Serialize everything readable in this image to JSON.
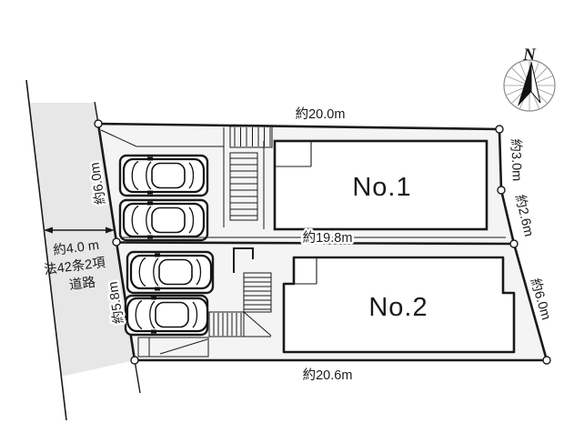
{
  "plan": {
    "compass": {
      "north_label": "N"
    },
    "road": {
      "width_label": "約4.0 m",
      "law_label": "法42条2項",
      "type_label": "道路"
    },
    "plots": [
      {
        "label": "No.1"
      },
      {
        "label": "No.2"
      }
    ],
    "dimensions": {
      "top": "約20.0m",
      "middle": "約19.8m",
      "bottom": "約20.6m",
      "right_upper": "約3.0m",
      "right_middle": "約2.6m",
      "right_lower": "約6.0m",
      "left_upper": "約6.0m",
      "left_lower": "約5.8m"
    },
    "colors": {
      "road_fill": "#e7e7e7",
      "site_fill": "#f4f4f4",
      "building_fill": "#ffffff",
      "line": "#1a1a1a"
    }
  }
}
